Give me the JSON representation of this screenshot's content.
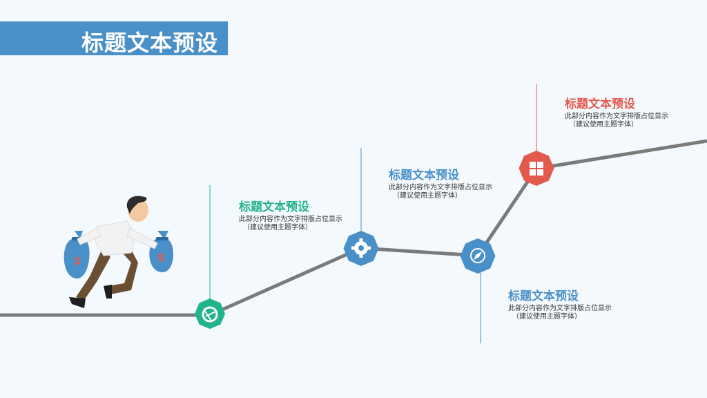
{
  "header": {
    "title": "标题文本预设"
  },
  "steps": [
    {
      "title": "标题文本预设",
      "desc": "此部分内容作为文字排版占位显示",
      "note": "（建议使用主题字体）",
      "color": "#21b38f",
      "icon": "aperture-icon"
    },
    {
      "title": "标题文本预设",
      "desc": "此部分内容作为文字排版占位显示",
      "note": "（建议使用主题字体）",
      "color": "#4a90c8",
      "icon": "gear-icon"
    },
    {
      "title": "标题文本预设",
      "desc": "此部分内容作为文字排版占位显示",
      "note": "（建议使用主题字体）",
      "color": "#4a90c8",
      "icon": "compass-icon"
    },
    {
      "title": "标题文本预设",
      "desc": "此部分内容作为文字排版占位显示",
      "note": "（建议使用主题字体）",
      "color": "#e25a4e",
      "icon": "windows-icon"
    }
  ],
  "colors": {
    "line": "#7a7a7a",
    "title_bar": "#4a90c8",
    "background": "#f4f9fd"
  }
}
